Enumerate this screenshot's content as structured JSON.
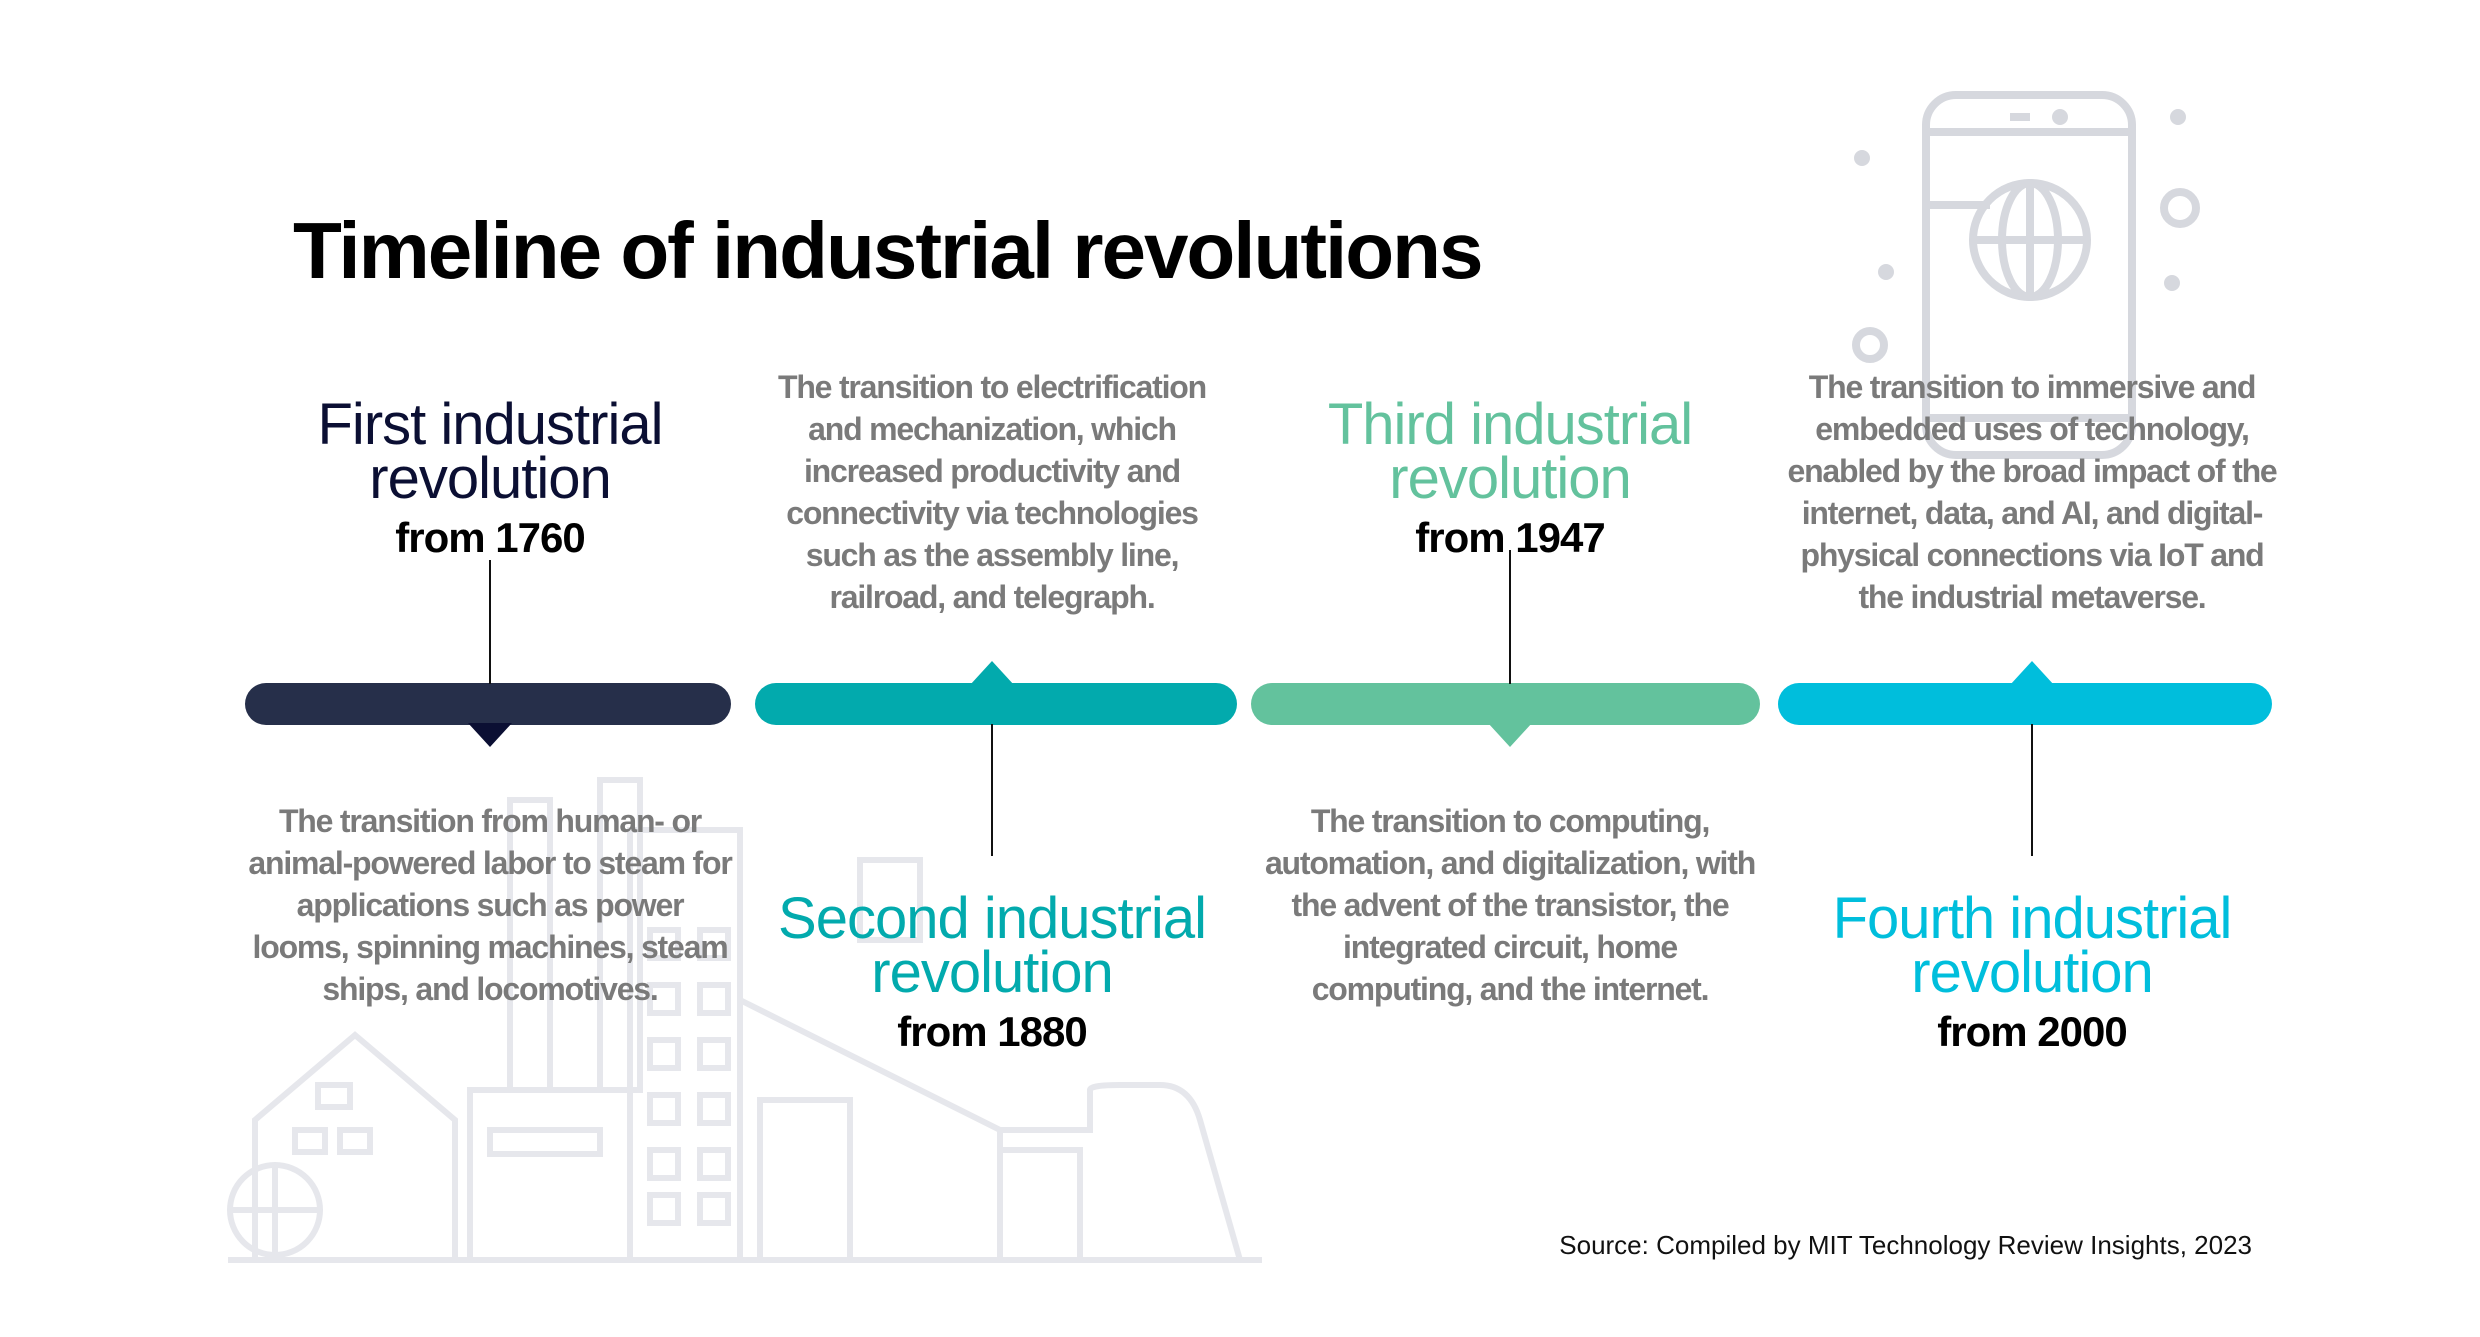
{
  "title": "Timeline of industrial revolutions",
  "colors": {
    "first": "#262f4a",
    "second": "#02aaad",
    "third": "#63c29d",
    "fourth": "#00bedc",
    "description": "#7a7a7a",
    "illustration": "#d6d8de"
  },
  "revolutions": [
    {
      "heading_line1": "First industrial",
      "heading_line2": "revolution",
      "from": "from 1760",
      "description": "The transition from human- or animal-powered labor to steam for applications such as power looms, spinning machines, steam ships, and locomotives."
    },
    {
      "heading_line1": "Second industrial",
      "heading_line2": "revolution",
      "from": "from 1880",
      "description": "The transition to electrification and mechanization, which increased productivity and connectivity via technologies such as the assembly line, railroad, and telegraph."
    },
    {
      "heading_line1": "Third industrial",
      "heading_line2": "revolution",
      "from": "from 1947",
      "description": "The transition to computing, automation, and digitalization, with the advent of the transistor, the integrated circuit, home computing, and the internet."
    },
    {
      "heading_line1": "Fourth industrial",
      "heading_line2": "revolution",
      "from": "from 2000",
      "description": "The transition to immersive and embedded uses of technology, enabled by the broad impact of the internet, data, and AI, and digital-physical connections via IoT and the industrial metaverse."
    }
  ],
  "source": "Source: Compiled by MIT Technology Review Insights, 2023"
}
